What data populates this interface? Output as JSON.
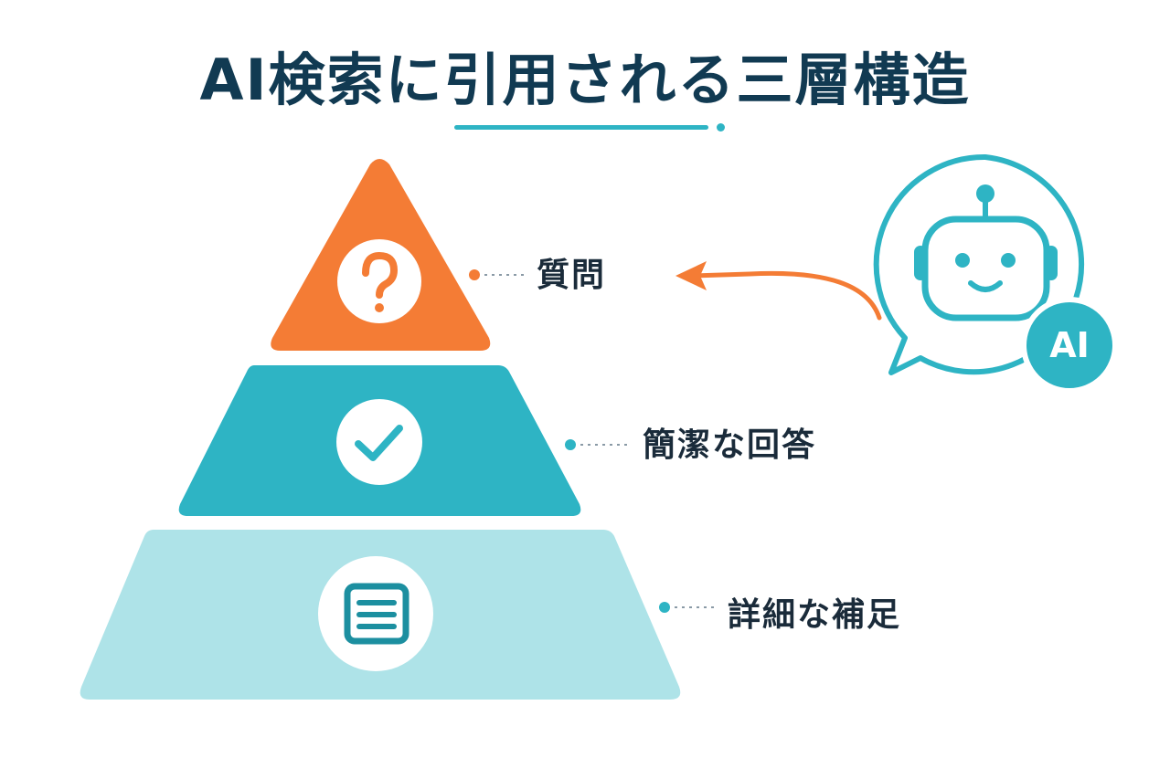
{
  "title": "AI検索に引用される三層構造",
  "layers": [
    {
      "label": "質問",
      "icon": "question-icon",
      "color": "#f47c35"
    },
    {
      "label": "簡潔な回答",
      "icon": "check-icon",
      "color": "#2eb4c4"
    },
    {
      "label": "詳細な補足",
      "icon": "document-icon",
      "color": "#aee3e8"
    }
  ],
  "ai_badge": {
    "label": "AI",
    "icon": "robot-icon"
  },
  "colors": {
    "title": "#113a52",
    "accent_teal": "#2eb4c4",
    "accent_orange": "#f47c35",
    "light_teal": "#aee3e8"
  }
}
